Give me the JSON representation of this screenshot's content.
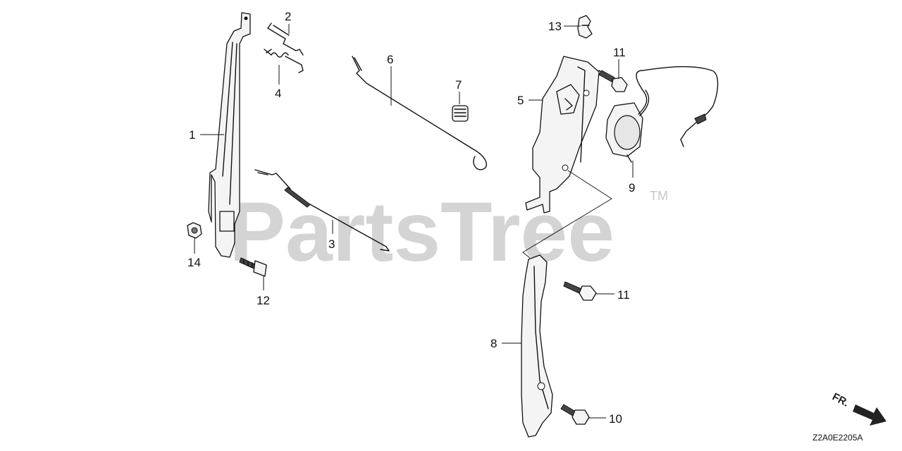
{
  "diagram": {
    "watermark": "PartsTree",
    "watermark_tm": "TM",
    "diagram_code": "Z2A0E2205A",
    "direction_label": "FR.",
    "callouts": [
      {
        "id": "c1",
        "text": "1"
      },
      {
        "id": "c2",
        "text": "2"
      },
      {
        "id": "c3",
        "text": "3"
      },
      {
        "id": "c4",
        "text": "4"
      },
      {
        "id": "c5",
        "text": "5"
      },
      {
        "id": "c6",
        "text": "6"
      },
      {
        "id": "c7",
        "text": "7"
      },
      {
        "id": "c8",
        "text": "8"
      },
      {
        "id": "c9",
        "text": "9"
      },
      {
        "id": "c10",
        "text": "10"
      },
      {
        "id": "c11a",
        "text": "11"
      },
      {
        "id": "c11b",
        "text": "11"
      },
      {
        "id": "c12",
        "text": "12"
      },
      {
        "id": "c13",
        "text": "13"
      },
      {
        "id": "c14",
        "text": "14"
      }
    ]
  }
}
